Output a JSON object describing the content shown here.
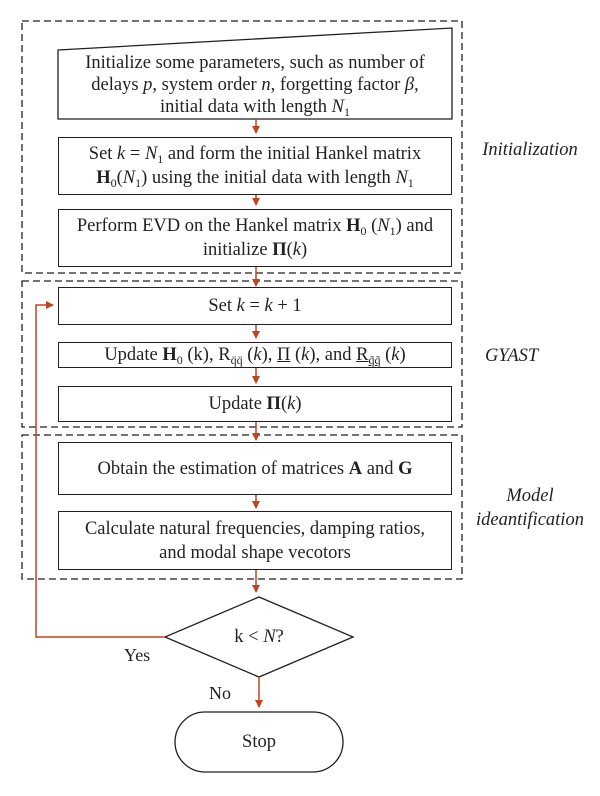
{
  "diagram": {
    "sections": {
      "initialization": "Initialization",
      "gyast": "GYAST",
      "model_line1": "Model",
      "model_line2": "ideantification"
    },
    "steps": {
      "init_l1": "Initialize some parameters, such as number of",
      "init_l2a": "delays ",
      "init_l2p": "p",
      "init_l2b": ", system order ",
      "init_l2n": "n",
      "init_l2c": ", forgetting factor ",
      "init_l2beta": "β",
      "init_l2d": ",",
      "init_l3a": "initial data with length ",
      "init_l3N": "N",
      "init_l3sub": "1",
      "hank_l1a": "Set ",
      "hank_l1k": "k",
      "hank_l1b": " = ",
      "hank_l1N": "N",
      "hank_l1sub": "1",
      "hank_l1c": " and form the initial Hankel matrix",
      "hank_l2H": "H",
      "hank_l2sub0": "0",
      "hank_l2a": "(",
      "hank_l2N": "N",
      "hank_l2sub1": "1",
      "hank_l2b": ") using the initial data with length ",
      "hank_l2N2": "N",
      "hank_l2sub2": "1",
      "evd_l1a": "Perform EVD on the Hankel matrix ",
      "evd_l1H": "H",
      "evd_l1sub0": "0",
      "evd_l1b": " (",
      "evd_l1N": "N",
      "evd_l1sub1": "1",
      "evd_l1c": ") and",
      "evd_l2a": "initialize ",
      "evd_l2Pi": "Π",
      "evd_l2b": "(",
      "evd_l2k": "k",
      "evd_l2c": ")",
      "setk_a": "Set ",
      "setk_k": "k",
      "setk_b": " = ",
      "setk_k2": "k",
      "setk_c": " + 1",
      "upd_a": "Update ",
      "upd_H": "H",
      "upd_sub0": "0",
      "upd_b": " (k), R",
      "upd_subR": "q̈q̈",
      "upd_c": " (",
      "upd_k": "k",
      "upd_d": "), ",
      "upd_Pi": "Π",
      "upd_e": " (",
      "upd_k2": "k",
      "upd_f": "), and ",
      "upd_R2": "R",
      "upd_subR2": "q̃q̃",
      "upd_g": " (",
      "upd_k3": "k",
      "upd_h": ")",
      "updpi_a": "Update ",
      "updpi_Pi": "Π",
      "updpi_b": "(",
      "updpi_k": "k",
      "updpi_c": ")",
      "est_a": "Obtain the estimation of matrices ",
      "est_A": "A",
      "est_b": " and ",
      "est_G": "G",
      "calc_l1": "Calculate natural frequencies, damping ratios,",
      "calc_l2": "and modal shape vecotors",
      "dec_a": "k < ",
      "dec_N": "N",
      "dec_b": "?",
      "stop": "Stop"
    },
    "branches": {
      "yes": "Yes",
      "no": "No"
    },
    "colors": {
      "arrow": "#c0441f",
      "line": "#231f20",
      "dash": "#231f20"
    }
  }
}
